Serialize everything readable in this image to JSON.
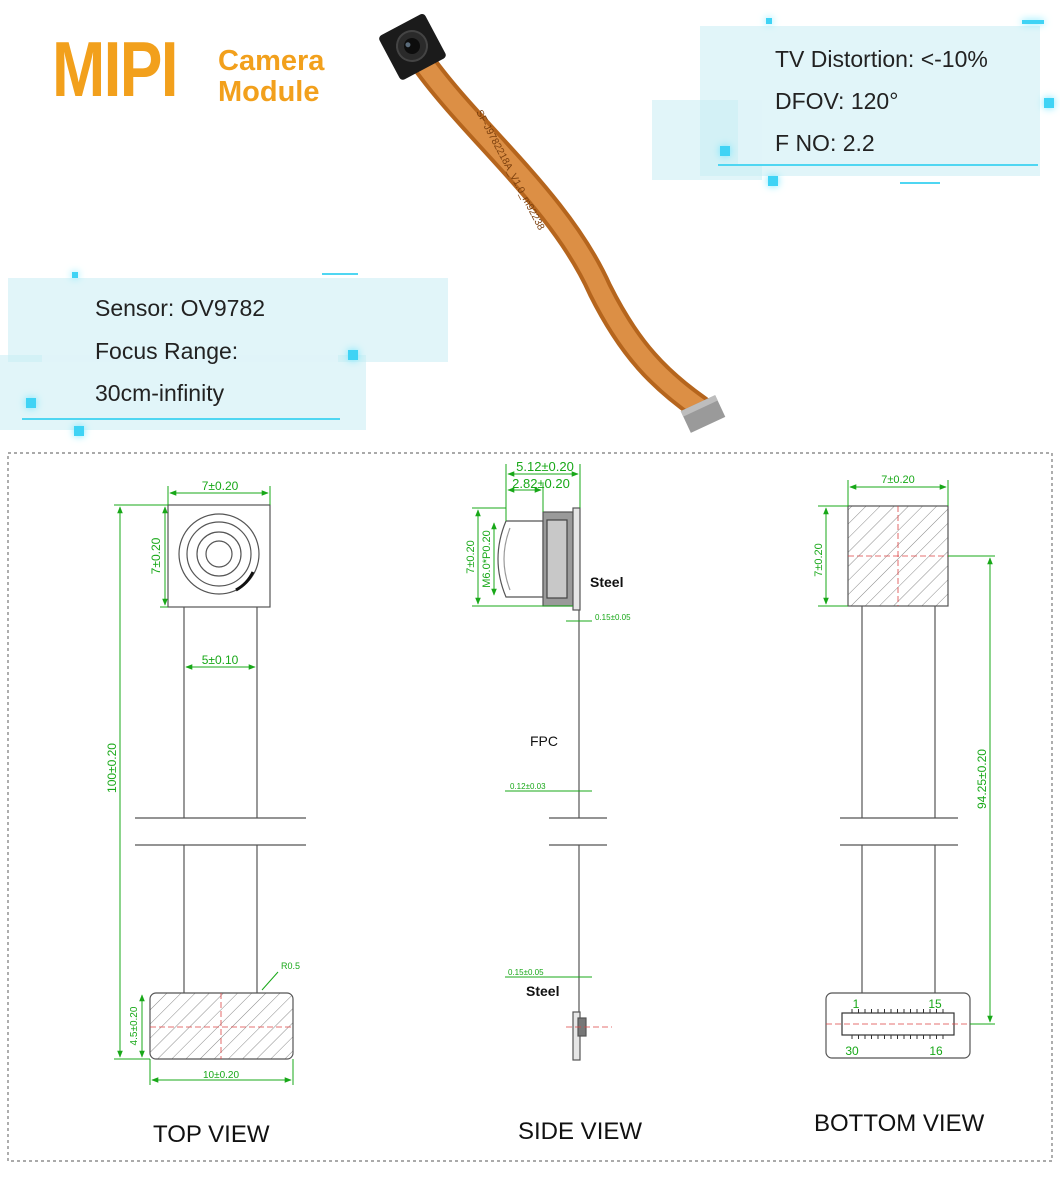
{
  "header": {
    "logo_main": "MIPI",
    "logo_sub_line1": "Camera",
    "logo_sub_line2": "Module"
  },
  "specs_right": {
    "tv_distortion": "TV Distortion: <-10%",
    "dfov": "DFOV: 120°",
    "f_no": "F NO: 2.2"
  },
  "specs_left": {
    "sensor": "Sensor: OV9782",
    "focus_range_label": "Focus Range:",
    "focus_range_value": "30cm-infinity"
  },
  "cable": {
    "print": "SF-J9782218A_V1.0_m92238"
  },
  "drawing": {
    "top_view": {
      "label": "TOP VIEW",
      "width_dim": "7±0.20",
      "height_dim": "7±0.20",
      "fpc_width_dim": "5±0.10",
      "length_dim": "100±0.20",
      "radius_note": "R0.5",
      "connector_height_dim": "4.5±0.20",
      "connector_width_dim": "10±0.20"
    },
    "side_view": {
      "label": "SIDE VIEW",
      "total_depth_dim": "5.12±0.20",
      "lens_depth_dim": "2.82±0.20",
      "height_dim": "7±0.20",
      "thread_dim": "M6.0*P0.20",
      "steel_top": "Steel",
      "steel_thickness_top": "0.15±0.05",
      "fpc": "FPC",
      "fpc_thickness": "0.12±0.03",
      "steel_thickness_bottom": "0.15±0.05",
      "steel_bottom": "Steel"
    },
    "bottom_view": {
      "label": "BOTTOM VIEW",
      "width_dim": "7±0.20",
      "height_dim": "7±0.20",
      "length_dim": "94.25±0.20",
      "pin_1": "1",
      "pin_15": "15",
      "pin_30": "30",
      "pin_16": "16"
    }
  },
  "colors": {
    "accent": "#f2a01c",
    "dimension": "#18a818",
    "cyan": "#3fd3f5",
    "fpc": "#c9782e"
  }
}
